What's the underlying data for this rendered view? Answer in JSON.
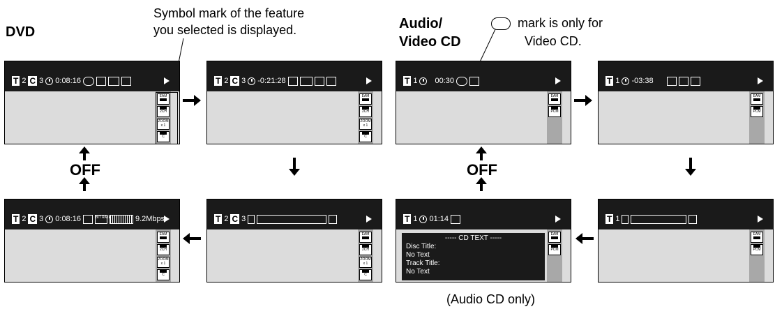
{
  "dvd": {
    "title": "DVD",
    "note_line1": "Symbol mark of the feature",
    "note_line2": "you selected is displayed.",
    "off_label": "OFF",
    "screen1": {
      "title_num": "2",
      "chapter_num": "3",
      "time": "0:08:16"
    },
    "screen2": {
      "title_num": "2",
      "chapter_num": "3",
      "time": "-0:21:28"
    },
    "screen3": {
      "title_num": "2",
      "chapter_num": "3"
    },
    "screen4": {
      "title_num": "2",
      "chapter_num": "3",
      "time": "0:08:16",
      "bitrate": "9.2Mbps"
    }
  },
  "vcd": {
    "title_line1": "Audio/",
    "title_line2": "Video CD",
    "note_line1": "mark is only for",
    "note_line2": "Video CD.",
    "off_label": "OFF",
    "footnote": "(Audio CD only)",
    "screen1": {
      "track_num": "1",
      "time": "00:30"
    },
    "screen2": {
      "track_num": "1",
      "time": "-03:38"
    },
    "screen3": {
      "track_num": "1"
    },
    "screen4": {
      "track_num": "1",
      "time": "01:14",
      "cd_text": [
        "----- CD TEXT -----",
        "Disc Title:",
        "No Text",
        "Track Title:",
        "No Text"
      ]
    }
  },
  "labels": {
    "t": "T",
    "c": "C",
    "eam": "EAM",
    "zoom": "ZOOM",
    "x1": "x 1",
    "two_ch": "2CH",
    "pcm": "PCM",
    "bit_rate": "BIT RATE"
  }
}
